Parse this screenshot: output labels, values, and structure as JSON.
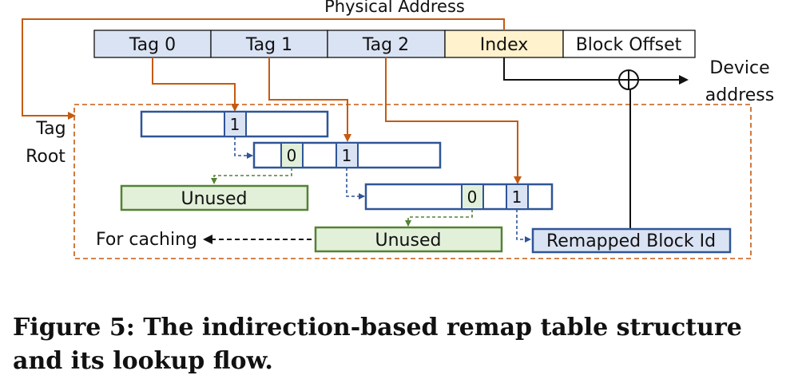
{
  "diagram": {
    "physical_address_label": "Physical Address",
    "fields": [
      "Tag 0",
      "Tag 1",
      "Tag 2",
      "Index",
      "Block Offset"
    ],
    "device_address_label": [
      "Device",
      "address"
    ],
    "tag_root_label": [
      "Tag",
      "Root"
    ],
    "entry_bits": [
      "1",
      "0",
      "1",
      "0",
      "1"
    ],
    "unused_label": "Unused",
    "for_caching_label": "For caching",
    "remapped_block_label": "Remapped Block Id",
    "xor_symbol": "⊕"
  },
  "caption": {
    "text": "Figure 5: The indirection-based remap table structure and its lookup flow."
  },
  "colors": {
    "tag_fill": "#dae3f3",
    "index_fill": "#fff2cc",
    "table_border": "#2f5597",
    "entry_fill": "#dae3f3",
    "zero_fill": "#e2f0d9",
    "unused_fill": "#e2f0d9",
    "unused_border": "#548235",
    "orange_arrow": "#c55a11",
    "black": "#111111"
  }
}
